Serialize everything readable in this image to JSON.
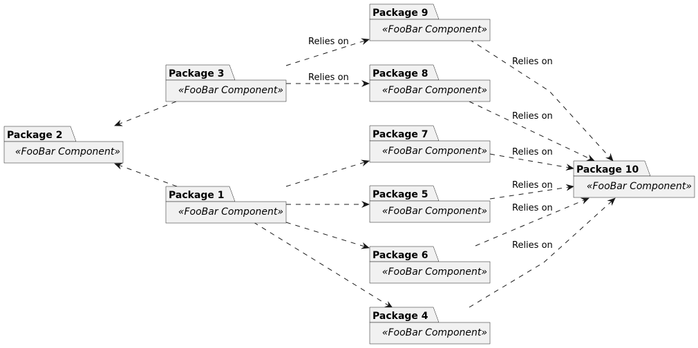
{
  "packages": [
    {
      "id": "p2",
      "name": "Package 2",
      "stereotype": "«FooBar Component»"
    },
    {
      "id": "p3",
      "name": "Package 3",
      "stereotype": "«FooBar Component»"
    },
    {
      "id": "p1",
      "name": "Package 1",
      "stereotype": "«FooBar Component»"
    },
    {
      "id": "p9",
      "name": "Package 9",
      "stereotype": "«FooBar Component»"
    },
    {
      "id": "p8",
      "name": "Package 8",
      "stereotype": "«FooBar Component»"
    },
    {
      "id": "p7",
      "name": "Package 7",
      "stereotype": "«FooBar Component»"
    },
    {
      "id": "p5",
      "name": "Package 5",
      "stereotype": "«FooBar Component»"
    },
    {
      "id": "p6",
      "name": "Package 6",
      "stereotype": "«FooBar Component»"
    },
    {
      "id": "p4",
      "name": "Package 4",
      "stereotype": "«FooBar Component»"
    },
    {
      "id": "p10",
      "name": "Package 10",
      "stereotype": "«FooBar Component»"
    }
  ],
  "edges": [
    {
      "id": "e3-2",
      "from": "Package 3",
      "to": "Package 2",
      "label": ""
    },
    {
      "id": "e1-2",
      "from": "Package 1",
      "to": "Package 2",
      "label": ""
    },
    {
      "id": "e3-9",
      "from": "Package 3",
      "to": "Package 9",
      "label": "Relies on"
    },
    {
      "id": "e3-8",
      "from": "Package 3",
      "to": "Package 8",
      "label": "Relies on"
    },
    {
      "id": "e1-7",
      "from": "Package 1",
      "to": "Package 7",
      "label": ""
    },
    {
      "id": "e1-5",
      "from": "Package 1",
      "to": "Package 5",
      "label": ""
    },
    {
      "id": "e1-6",
      "from": "Package 1",
      "to": "Package 6",
      "label": ""
    },
    {
      "id": "e1-4",
      "from": "Package 1",
      "to": "Package 4",
      "label": ""
    },
    {
      "id": "e9-10",
      "from": "Package 9",
      "to": "Package 10",
      "label": "Relies on"
    },
    {
      "id": "e8-10",
      "from": "Package 8",
      "to": "Package 10",
      "label": "Relies on"
    },
    {
      "id": "e7-10",
      "from": "Package 7",
      "to": "Package 10",
      "label": "Relies on"
    },
    {
      "id": "e5-10",
      "from": "Package 5",
      "to": "Package 10",
      "label": "Relies on"
    },
    {
      "id": "e6-10",
      "from": "Package 6",
      "to": "Package 10",
      "label": "Relies on"
    },
    {
      "id": "e4-10",
      "from": "Package 4",
      "to": "Package 10",
      "label": "Relies on"
    }
  ]
}
